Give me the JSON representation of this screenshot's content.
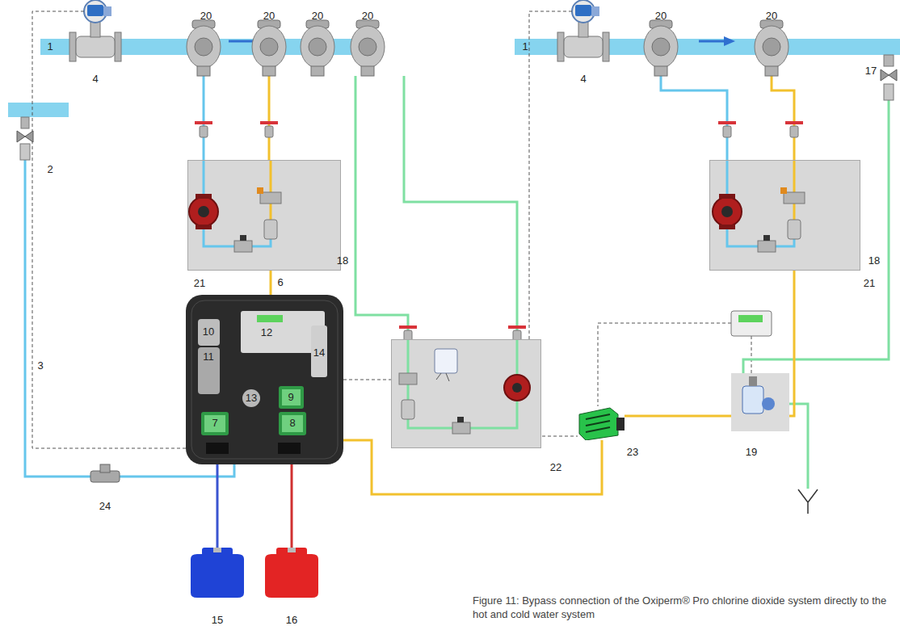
{
  "diagram": {
    "caption": "Figure 11: Bypass connection of the Oxiperm® Pro chlorine dioxide system directly to the hot and cold water system",
    "nodes": [
      {
        "text": [
          "21"
        ]
      },
      {
        "text": [
          "10",
          "11",
          "12",
          "13",
          "9",
          "7",
          "8"
        ]
      },
      {
        "text": [
          "22"
        ]
      },
      {
        "text": [
          "21"
        ]
      },
      {
        "text": [
          "15"
        ]
      },
      {
        "text": [
          "16"
        ]
      },
      {
        "text": [
          "23"
        ]
      },
      {
        "text": [
          "19"
        ]
      }
    ],
    "edges": [
      {
        "from": 0,
        "to": 1,
        "arrow": "none"
      },
      {
        "from": 4,
        "to": 1,
        "arrow": "none"
      },
      {
        "from": 5,
        "to": 1,
        "arrow": "none"
      },
      {
        "from": 1,
        "to": 6,
        "arrow": "none"
      },
      {
        "from": 6,
        "to": 3,
        "arrow": "none"
      },
      {
        "from": 1,
        "to": 2,
        "arrow": "none"
      }
    ],
    "labels": [
      "1",
      "4",
      "20",
      "20",
      "20",
      "20",
      "2",
      "3",
      "6",
      "14",
      "18",
      "24",
      "1",
      "4",
      "20",
      "20",
      "17",
      "18"
    ]
  }
}
